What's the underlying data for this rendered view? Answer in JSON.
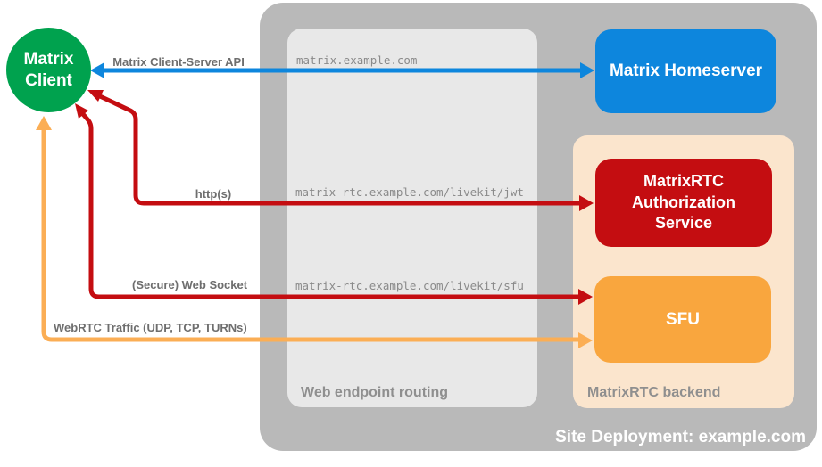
{
  "colors": {
    "green": "#00A24E",
    "blue": "#0D86DD",
    "red": "#C40D11",
    "orange": "#F9A63E",
    "orange_arrow": "#FBAE55",
    "peach": "#FBE5CD",
    "outer_gray": "#B9B9B9",
    "inner_gray": "#E8E8E8",
    "label_gray": "#8F8F8F",
    "arrow_label_gray": "#6E6E6E",
    "mono_gray": "#8A8A8A"
  },
  "containers": {
    "site": {
      "label": "Site Deployment: example.com"
    },
    "routing": {
      "label": "Web endpoint routing"
    },
    "backend": {
      "label": "MatrixRTC backend"
    }
  },
  "nodes": {
    "client": {
      "label": "Matrix Client"
    },
    "homeserver": {
      "label": "Matrix Homeserver"
    },
    "auth_service": {
      "label": "MatrixRTC Authorization Service"
    },
    "sfu": {
      "label": "SFU"
    }
  },
  "endpoints": {
    "homeserver": "matrix.example.com",
    "jwt": "matrix-rtc.example.com/livekit/jwt",
    "sfu": "matrix-rtc.example.com/livekit/sfu"
  },
  "arrows": {
    "client_server_api": {
      "label": "Matrix Client-Server API",
      "color": "#0D86DD",
      "from": "Matrix Client",
      "to": "Matrix Homeserver",
      "bidirectional": true
    },
    "https": {
      "label": "http(s)",
      "color": "#C40D11",
      "from": "Matrix Client",
      "to": "MatrixRTC Authorization Service",
      "bidirectional": true
    },
    "websocket": {
      "label": "(Secure) Web Socket",
      "color": "#C40D11",
      "from": "Matrix Client",
      "to": "SFU",
      "bidirectional": true
    },
    "webrtc": {
      "label": "WebRTC Traffic (UDP, TCP, TURNs)",
      "color": "#FBAE55",
      "from": "Matrix Client",
      "to": "SFU",
      "bidirectional": true
    }
  }
}
